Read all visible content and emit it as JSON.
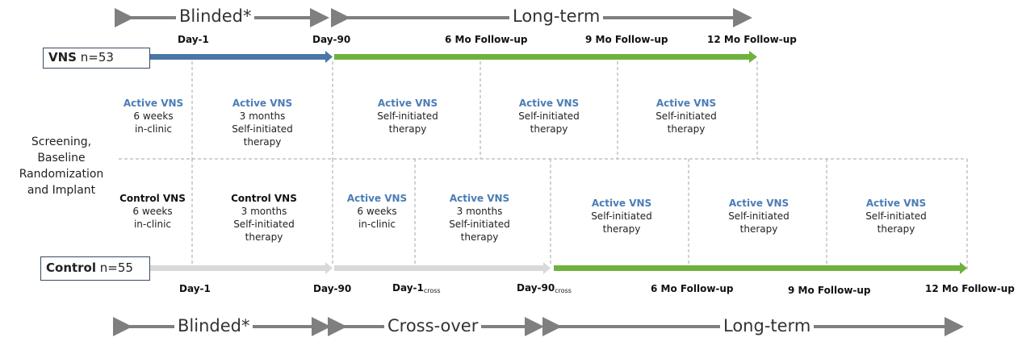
{
  "phases_top": {
    "blinded": "Blinded*",
    "long_term": "Long-term"
  },
  "phases_bottom": {
    "blinded": "Blinded*",
    "crossover": "Cross-over",
    "long_term": "Long-term"
  },
  "vns_group": {
    "name": "VNS",
    "count": "n=53",
    "milestones": [
      "Day-1",
      "Day-90",
      "6 Mo Follow-up",
      "9 Mo Follow-up",
      "12 Mo Follow-up"
    ],
    "cells": [
      {
        "head": "Active VNS",
        "lines": [
          "6 weeks",
          "in-clinic"
        ]
      },
      {
        "head": "Active VNS",
        "lines": [
          "3 months",
          "Self-initiated",
          "therapy"
        ]
      },
      {
        "head": "Active VNS",
        "lines": [
          "Self-initiated",
          "therapy"
        ]
      },
      {
        "head": "Active VNS",
        "lines": [
          "Self-initiated",
          "therapy"
        ]
      },
      {
        "head": "Active VNS",
        "lines": [
          "Self-initiated",
          "therapy"
        ]
      }
    ]
  },
  "control_group": {
    "name": "Control",
    "count": "n=55",
    "milestones": {
      "day1": "Day-1",
      "day90": "Day-90",
      "day1_cross_main": "Day-1",
      "day1_cross_sub": "cross",
      "day90_cross_main": "Day-90",
      "day90_cross_sub": "cross",
      "mo6": "6 Mo Follow-up",
      "mo9": "9 Mo Follow-up",
      "mo12": "12 Mo Follow-up"
    },
    "cells": [
      {
        "head": "Control VNS",
        "lines": [
          "6 weeks",
          "in-clinic"
        ]
      },
      {
        "head": "Control VNS",
        "lines": [
          "3 months",
          "Self-initiated",
          "therapy"
        ]
      },
      {
        "head": "Active VNS",
        "lines": [
          "6 weeks",
          "in-clinic"
        ]
      },
      {
        "head": "Active VNS",
        "lines": [
          "3 months",
          "Self-initiated",
          "therapy"
        ]
      },
      {
        "head": "Active VNS",
        "lines": [
          "Self-initiated",
          "therapy"
        ]
      },
      {
        "head": "Active VNS",
        "lines": [
          "Self-initiated",
          "therapy"
        ]
      },
      {
        "head": "Active VNS",
        "lines": [
          "Self-initiated",
          "therapy"
        ]
      }
    ]
  },
  "side_label": [
    "Screening,",
    "Baseline",
    "Randomization",
    "and Implant"
  ],
  "colors": {
    "blue_bar": "#4a76a8",
    "green_bar": "#6fb13e",
    "gray_bar": "#d9d9d9",
    "phase_arrow": "#7f7f7f",
    "active_text": "#4a7db5"
  }
}
